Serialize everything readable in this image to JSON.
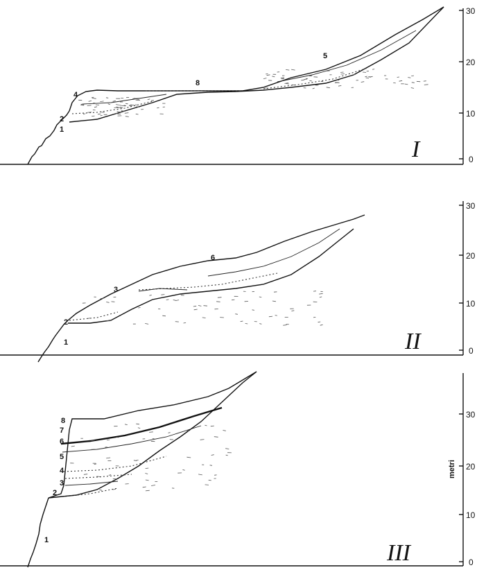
{
  "panels": [
    {
      "roman": "I",
      "ticks": [
        "30",
        "20",
        "10",
        "0"
      ],
      "layers": [
        "1",
        "2",
        "4",
        "8",
        "5"
      ]
    },
    {
      "roman": "II",
      "ticks": [
        "30",
        "20",
        "10",
        "0"
      ],
      "layers": [
        "1",
        "2",
        "3",
        "6"
      ]
    },
    {
      "roman": "III",
      "ticks": [
        "30",
        "20",
        "10",
        "0"
      ],
      "layers": [
        "1",
        "2",
        "3",
        "4",
        "5",
        "6",
        "7",
        "8"
      ],
      "axis_unit": "metri"
    }
  ]
}
